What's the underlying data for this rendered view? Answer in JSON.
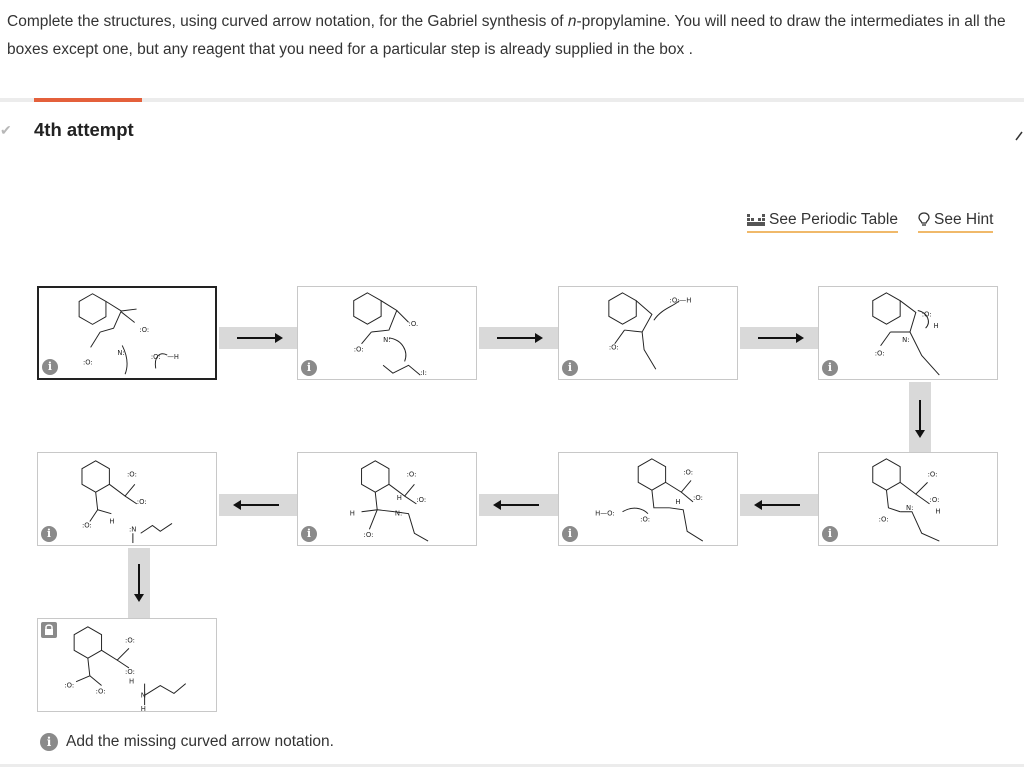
{
  "question": {
    "before_italic": "Complete the structures, using curved arrow notation, for the Gabriel synthesis of ",
    "italic": "n",
    "after_italic": "-propylamine. You will need to draw the intermediates in all the boxes except one, but any reagent that you need for a particular step is already supplied in the box ."
  },
  "attempt_label": "4th attempt",
  "tools": {
    "periodic_table": "See Periodic Table",
    "hint": "See Hint"
  },
  "icons": {
    "attempt_status": "check-icon",
    "periodic_table": "periodic-table-icon",
    "hint": "lightbulb-icon",
    "info": "info-icon",
    "lock": "lock-icon"
  },
  "info_glyph": "i",
  "footnote": "Add the missing curved arrow notation.",
  "colors": {
    "accent": "#e4603b",
    "link_underline": "#f0b96a",
    "connector": "#d9d9d9"
  }
}
